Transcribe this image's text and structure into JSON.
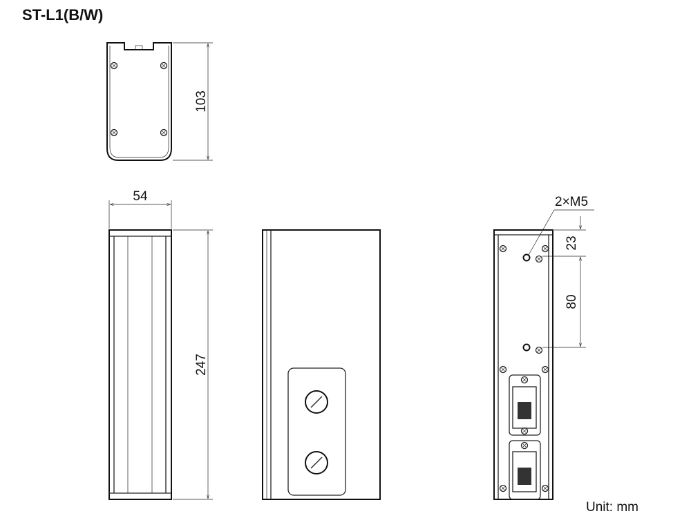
{
  "title": "ST-L1(B/W)",
  "dimensions": {
    "depth": "103",
    "width": "54",
    "height": "247",
    "mount_top": "23",
    "mount_spacing": "80",
    "mount_holes": "2×M5"
  },
  "unit_label": "Unit: mm"
}
